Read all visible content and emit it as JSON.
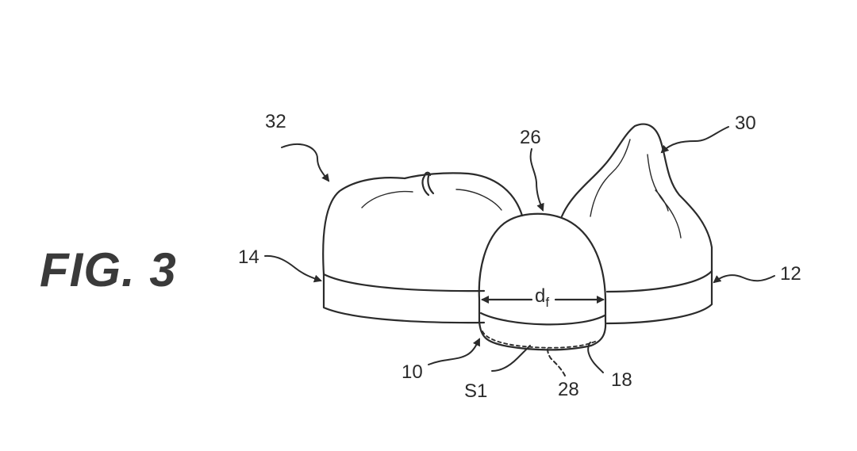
{
  "figure": {
    "title": "FIG. 3"
  },
  "labels": {
    "ref_32": "32",
    "ref_30": "30",
    "ref_26": "26",
    "ref_14": "14",
    "ref_12": "12",
    "ref_10": "10",
    "ref_S1": "S1",
    "ref_28": "28",
    "ref_18": "18",
    "dim_main": "d",
    "dim_sub": "f"
  },
  "colors": {
    "line": "#2b2b2b",
    "title": "#3a3a3a"
  }
}
